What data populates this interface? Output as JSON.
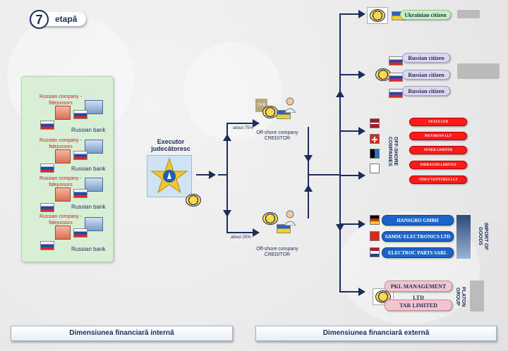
{
  "stage": {
    "number": "7",
    "label": "etapă"
  },
  "left_panel": {
    "companies": [
      {
        "label": "Russian company - fidejussors",
        "bank": "Russian bank"
      },
      {
        "label": "Russian company - fidejussors",
        "bank": "Russian bank"
      },
      {
        "label": "Russian company - fidejussors",
        "bank": "Russian bank"
      },
      {
        "label": "Russian company - fidejussors",
        "bank": "Russian bank"
      }
    ]
  },
  "executor": {
    "title": "Executor judecătoresc"
  },
  "split": {
    "top_pct": "about 75%",
    "bottom_pct": "about 25%"
  },
  "creditors": {
    "top": {
      "label": "Off-shore company CREDITOR",
      "logo_text": "TKB"
    },
    "bottom": {
      "label": "Off-shore company CREDITOR"
    }
  },
  "right": {
    "ukrainian": "Ukrainian citizen",
    "russian": [
      "Russian citizen",
      "Russian citizen",
      "Russian citizen"
    ],
    "offshore_title": "OFF-SHORE COMPANIES",
    "offshore": [
      "NEXUS LTD",
      "METARIAN LLP",
      "SUNER LIMITED",
      "INDRAGON LIMITED",
      "TIDEY VENTURES LLP"
    ],
    "import_title": "IMPORT OF GOODS",
    "import": [
      "HANSGRO GMBH",
      "SAMSU ELECTRONICS LTD",
      "ELECTROC PARTS SARL"
    ],
    "platon_title": "PLATON GROUP",
    "platon": [
      "PKL MANAGEMENT LTD",
      "TAR LIMITED"
    ]
  },
  "footer": {
    "internal": "Dimensiunea financiară internă",
    "external": "Dimensiunea financiară externă"
  },
  "colors": {
    "navy": "#1b2d5a",
    "offshore_red": "#ff1a1a",
    "import_blue": "#1a64c8",
    "panel_green": "#d8efd6"
  }
}
